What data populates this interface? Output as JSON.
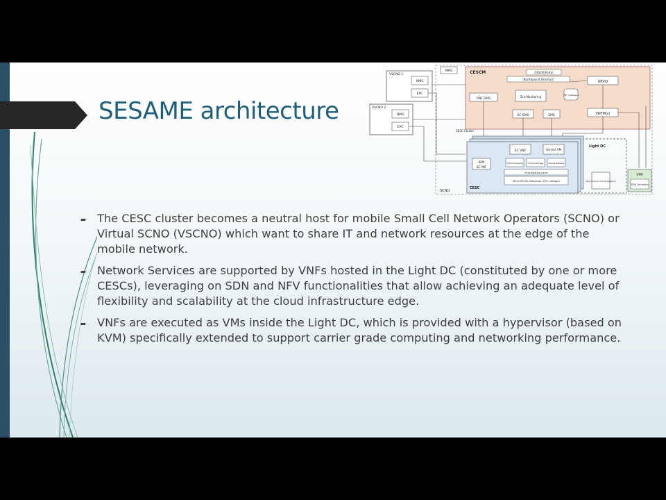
{
  "slide": {
    "title": "SESAME architecture",
    "bullets": [
      "The CESC cluster becomes a neutral host for mobile Small Cell Network Operators (SCNO) or Virtual SCNO (VSCNO) which want to share IT and network resources at the edge of the mobile network.",
      "Network Services are supported by VNFs hosted in the Light DC (constituted by one or more CESCs), leveraging on SDN and NFV functionalities that allow achieving an adequate level of flexibility and scalability at the cloud infrastructure edge.",
      "VNFs are executed as VMs inside the Light DC, which is provided with a hypervisor (based on KVM) specifically extended to support carrier grade computing and networking performance."
    ],
    "bullet_marker": "➨"
  },
  "diagram": {
    "vscno1": "VSCNO 1",
    "vscno2": "VSCNO 2",
    "nms": "NMS",
    "epc": "EPC",
    "cescm": "CESCM",
    "cescm_portal": "CESCM Portal",
    "northbound": "\"Northbound Interface\"",
    "nfvo": "NFVO",
    "pnf_ems": "PNF EMS",
    "sla_monitoring": "SLA Monitoring",
    "vnf_catalogue": "VNF Catalogue",
    "sc_ems": "SC EMS",
    "ems": "EMS",
    "vnfm": "VNFM(s)",
    "cesc_cluster": "CESC Cluster",
    "light_dc": "Light DC",
    "sc_vnf": "SC VNF",
    "service_vm": "Service VM",
    "rrm": "RRM",
    "sc_pnf": "SC PNF",
    "virtual_compute": "Virtual Compute",
    "virtual_storage": "Virtual Storage",
    "virtual_network": "Virtual Network",
    "virtualisation_layer": "Virtualisation Layer",
    "micro_server": "Micro Server Resources (CPU, storage)",
    "cesc": "CESC",
    "scno": "SCNO",
    "vim": "VIM",
    "sdn_controller": "SDN Controller",
    "micro_server_network": "Micro Server Virtual Network"
  }
}
